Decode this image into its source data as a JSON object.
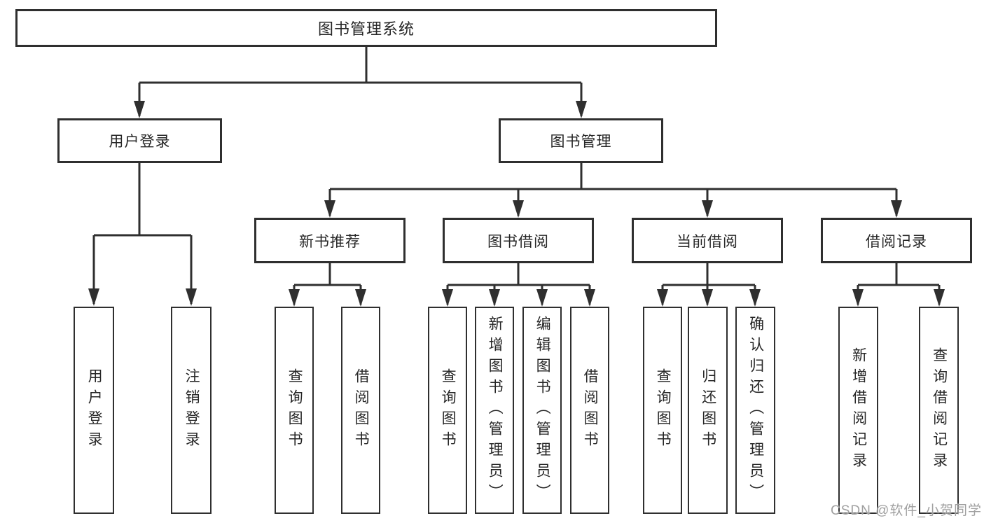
{
  "watermark": "CSDN @软件_小贺同学",
  "colors": {
    "line": "#2f2f2f",
    "box_border": "#2f2f2f",
    "box_fill": "#ffffff",
    "text": "#262626",
    "watermark": "#a0a0a0",
    "background": "#ffffff"
  },
  "tree": {
    "root": {
      "label": "图书管理系统",
      "children": [
        {
          "label": "用户登录",
          "children": [
            {
              "label": "用户登录"
            },
            {
              "label": "注销登录"
            }
          ]
        },
        {
          "label": "图书管理",
          "children": [
            {
              "label": "新书推荐",
              "children": [
                {
                  "label": "查询图书"
                },
                {
                  "label": "借阅图书"
                }
              ]
            },
            {
              "label": "图书借阅",
              "children": [
                {
                  "label": "查询图书"
                },
                {
                  "label": "新增图书（管理员）"
                },
                {
                  "label": "编辑图书（管理员）"
                },
                {
                  "label": "借阅图书"
                }
              ]
            },
            {
              "label": "当前借阅",
              "children": [
                {
                  "label": "查询图书"
                },
                {
                  "label": "归还图书"
                },
                {
                  "label": "确认归还（管理员）"
                }
              ]
            },
            {
              "label": "借阅记录",
              "children": [
                {
                  "label": "新增借阅记录"
                },
                {
                  "label": "查询借阅记录"
                }
              ]
            }
          ]
        }
      ]
    }
  }
}
